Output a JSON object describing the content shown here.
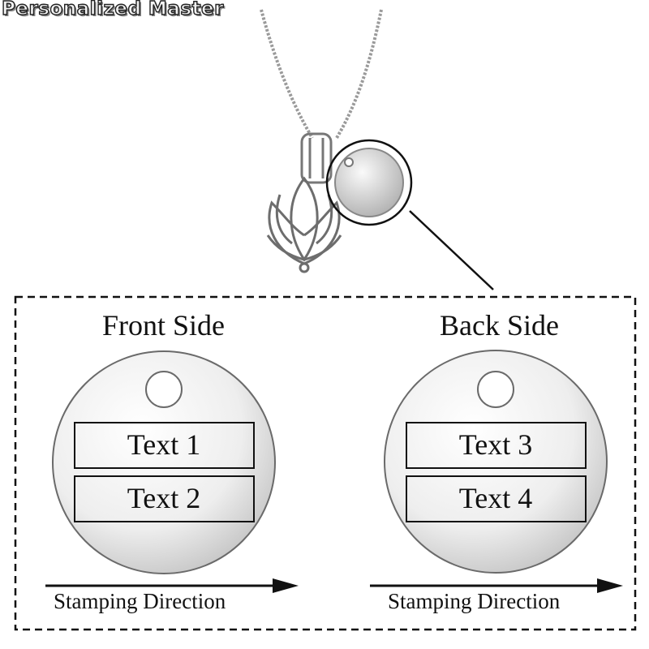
{
  "watermark": "Personalized Master",
  "front": {
    "title": "Front Side",
    "fields": [
      "Text 1",
      "Text 2"
    ],
    "direction_label": "Stamping Direction"
  },
  "back": {
    "title": "Back Side",
    "fields": [
      "Text 3",
      "Text 4"
    ],
    "direction_label": "Stamping Direction"
  }
}
